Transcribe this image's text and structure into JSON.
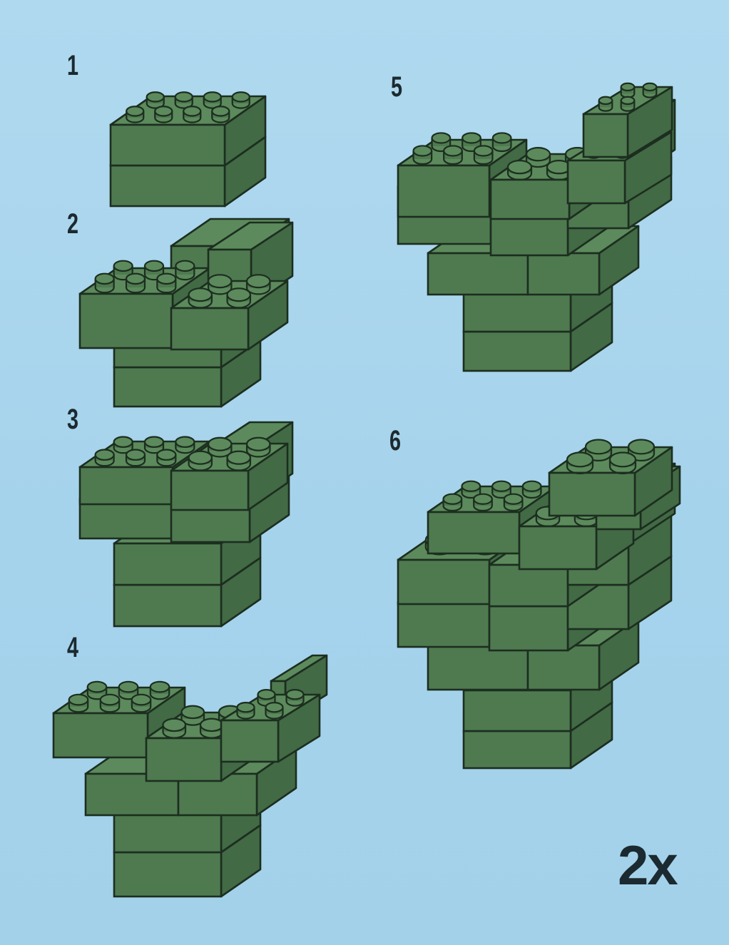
{
  "steps": [
    {
      "number": "1"
    },
    {
      "number": "2"
    },
    {
      "number": "3"
    },
    {
      "number": "4"
    },
    {
      "number": "5"
    },
    {
      "number": "6"
    }
  ],
  "multiplier": "2x",
  "colors": {
    "background": "#a9d5ec",
    "brick_front": "#4f7a50",
    "brick_side": "#426a45",
    "brick_top": "#5c8a5c",
    "outline": "#1c2e1f",
    "text": "#1b2a30"
  }
}
